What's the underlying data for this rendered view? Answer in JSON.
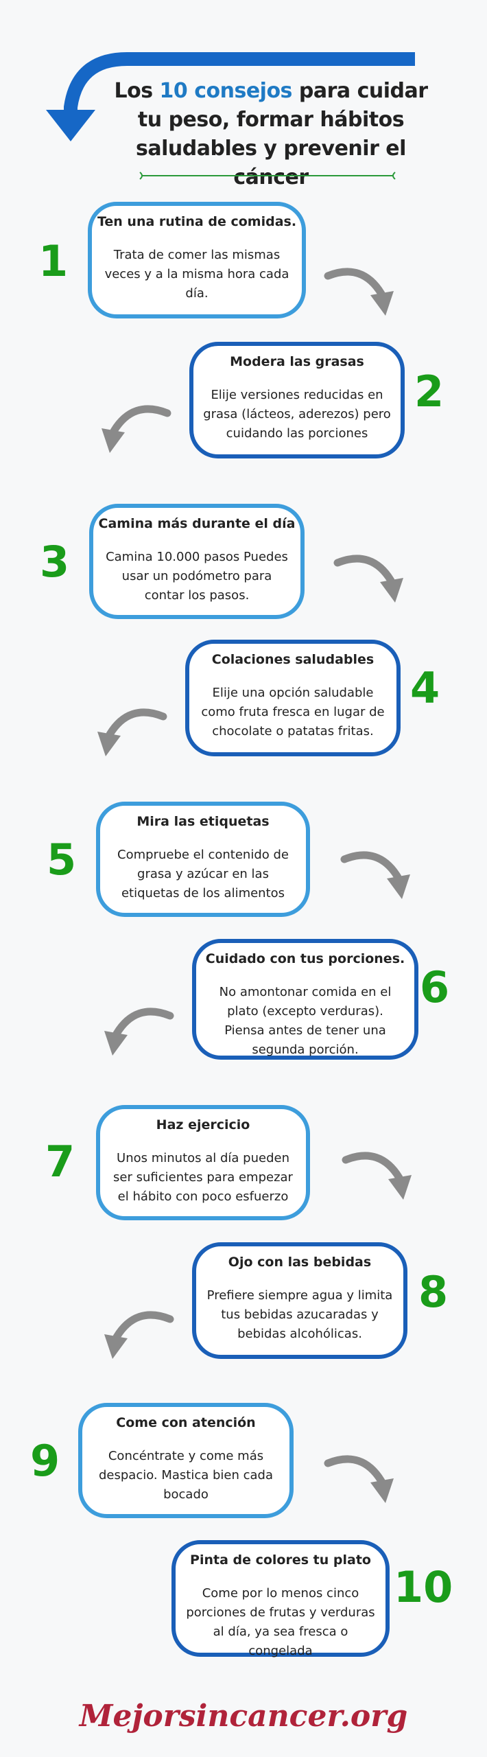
{
  "title": {
    "prefix": "Los",
    "accent": "10 consejos",
    "rest": "para cuidar tu peso, formar hábitos saludables y prevenir el cáncer"
  },
  "tips": [
    {
      "number": "1",
      "heading": "Ten una rutina de comidas.",
      "body": "Trata de comer las mismas veces y a la misma hora cada día."
    },
    {
      "number": "2",
      "heading": "Modera las grasas",
      "body": "Elije versiones reducidas en grasa (lácteos, aderezos) pero cuidando las porciones"
    },
    {
      "number": "3",
      "heading": "Camina más durante el día",
      "body": "Camina 10.000 pasos Puedes usar un podómetro para contar los pasos."
    },
    {
      "number": "4",
      "heading": "Colaciones saludables",
      "body": "Elije una opción saludable como fruta fresca en lugar de chocolate o patatas fritas."
    },
    {
      "number": "5",
      "heading": "Mira las etiquetas",
      "body": "Compruebe el contenido de grasa y azúcar en las etiquetas de los alimentos"
    },
    {
      "number": "6",
      "heading": "Cuidado con tus porciones.",
      "body": "No amontonar comida en el plato (excepto verduras). Piensa antes de tener una segunda porción."
    },
    {
      "number": "7",
      "heading": "Haz ejercicio",
      "body": "Unos minutos al día pueden ser suficientes para empezar el hábito con poco esfuerzo"
    },
    {
      "number": "8",
      "heading": "Ojo con las bebidas",
      "body": "Prefiere siempre agua y limita tus bebidas azucaradas y bebidas alcohólicas."
    },
    {
      "number": "9",
      "heading": "Come con atención",
      "body": "Concéntrate y come más despacio. Mastica bien cada bocado"
    },
    {
      "number": "10",
      "heading": "Pinta de colores tu plato",
      "body": "Come por lo menos cinco porciones de frutas y verduras al día, ya sea fresca o congelada"
    }
  ],
  "footer": {
    "logo": "Mejorsincancer.org"
  },
  "colors": {
    "accent_blue": "#1f7ac4",
    "card_border_light": "#3d9ddc",
    "card_border_dark": "#1a5fb8",
    "number_green": "#1a9c1a",
    "arrow_gray": "#8a8a8a",
    "logo_red": "#b0233a"
  },
  "icons": {
    "top_arrow": "curved-arrow-left-icon",
    "flow_arrows": "curved-arrow-icon",
    "divider": "line-divider"
  }
}
